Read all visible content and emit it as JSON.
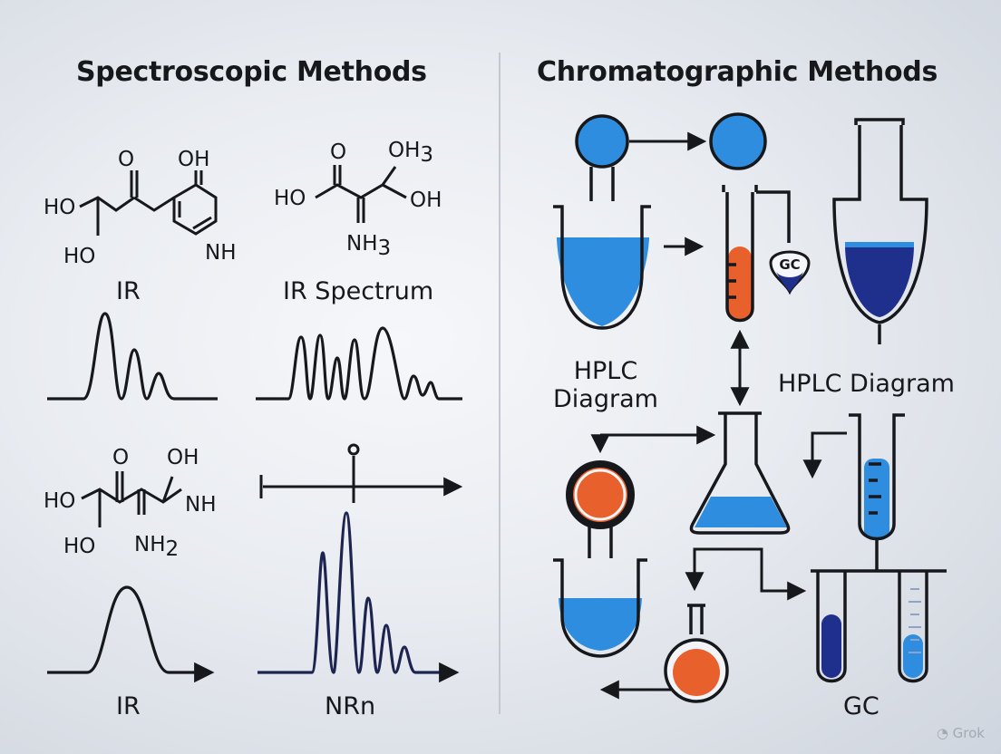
{
  "left_title": "Spectroscopic Methods",
  "right_title": "Chromatographic Methods",
  "labels": {
    "ir_top": "IR",
    "ir_spectrum": "IR Spectrum",
    "ir_bottom": "IR",
    "nrn": "NRn",
    "hplc_left": "HPLC\nDiagram",
    "hplc_right": "HPLC Diagram",
    "gc_badge": "GC",
    "gc_bottom": "GC"
  },
  "molecules": {
    "m1": {
      "oh_top": "OH",
      "o_top": "O",
      "ho_mid": "HO",
      "ho_bot": "HO",
      "nh": "NH"
    },
    "m2": {
      "o_top": "O",
      "oh3": "OH",
      "oh3_sub": "3",
      "ho": "HO",
      "oh_r": "OH",
      "nh3": "NH",
      "nh3_sub": "3"
    },
    "m3": {
      "o_top": "O",
      "oh_top": "OH",
      "ho_mid": "HO",
      "nh_r": "NH",
      "ho_bot": "HO",
      "nh2": "NH",
      "nh2_sub": "2"
    }
  },
  "nmr_marker": "O",
  "watermark": "Grok",
  "colors": {
    "blue": "#2f8de0",
    "orange": "#e8602c",
    "navy": "#1f2f8c",
    "ink": "#16181c"
  }
}
